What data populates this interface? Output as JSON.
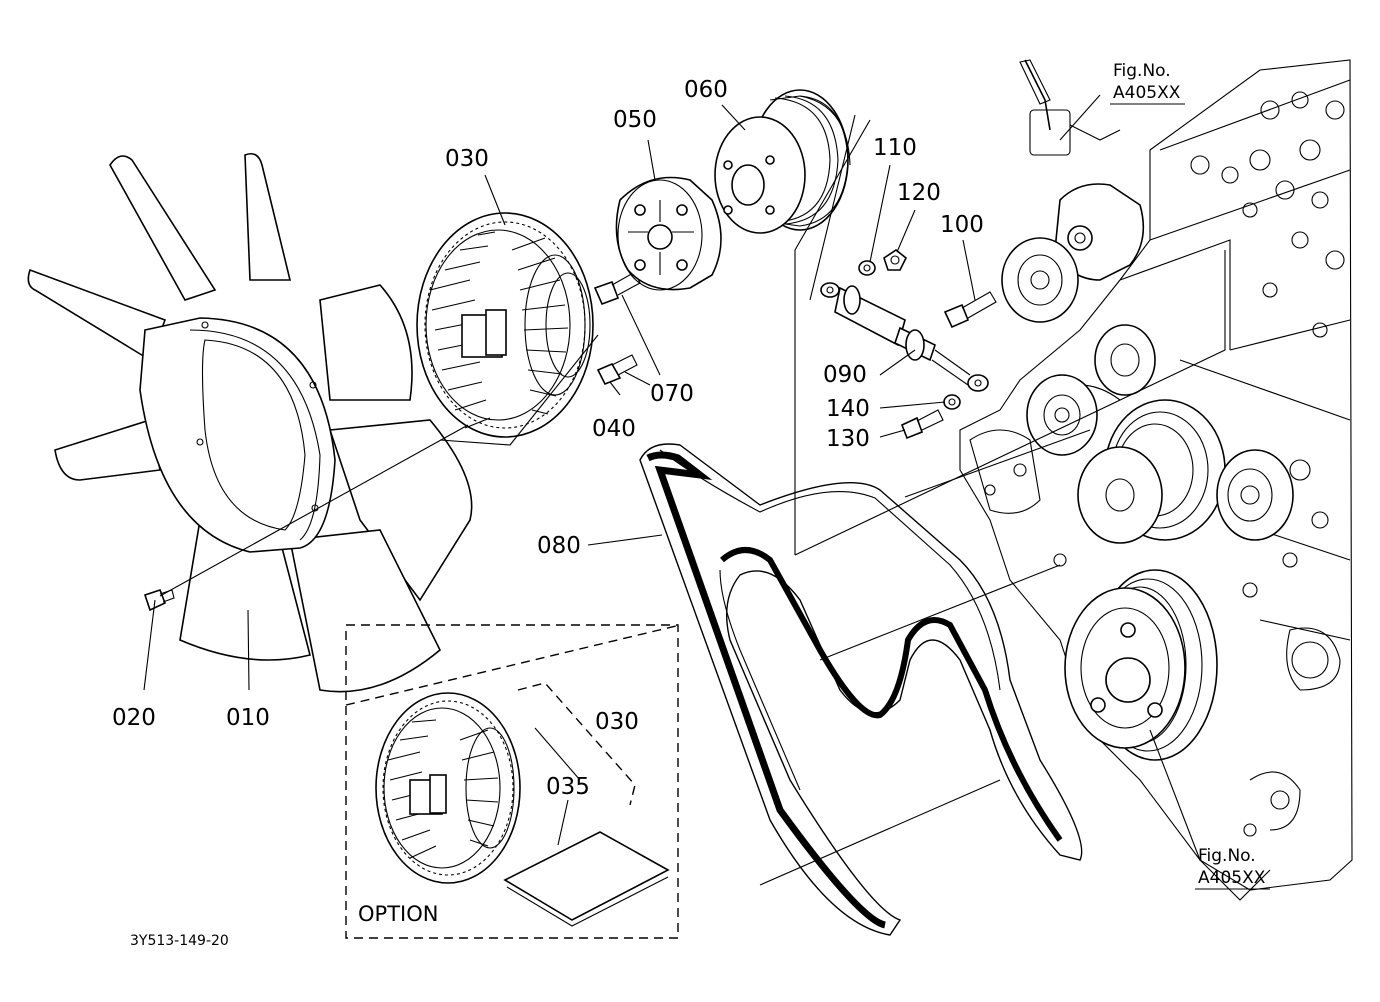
{
  "callouts": {
    "p010": "010",
    "p020": "020",
    "p030": "030",
    "p030_option": "030",
    "p035": "035",
    "p040": "040",
    "p050": "050",
    "p060": "060",
    "p070": "070",
    "p080": "080",
    "p090": "090",
    "p100": "100",
    "p110": "110",
    "p120": "120",
    "p130": "130",
    "p140": "140"
  },
  "fig_refs": [
    {
      "line1": "Fig.No.",
      "line2": "A405XX"
    },
    {
      "line1": "Fig.No.",
      "line2": "A405XX"
    }
  ],
  "option_label": "OPTION",
  "doc_number": "3Y513-149-20"
}
